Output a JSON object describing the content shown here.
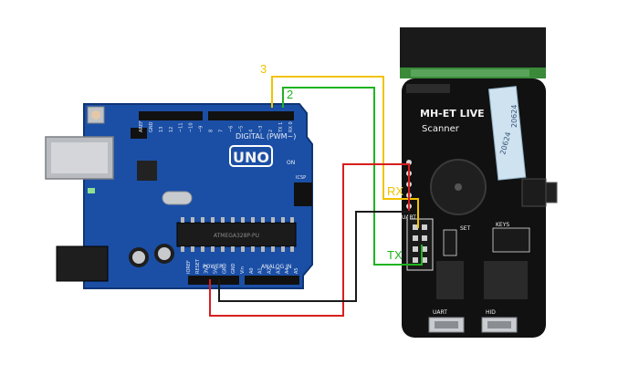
{
  "arduino": {
    "board_label": "UNO",
    "digital_label": "DIGITAL (PWM~)",
    "power_label": "POWER",
    "analog_label": "ANALOG IN",
    "on_label": "ON",
    "icsp_label": "ICSP",
    "chip_label": "ATMEGA328P-PU",
    "pin_labels_top": [
      "AREF",
      "GND",
      "13",
      "12",
      "~11",
      "~10",
      "~9",
      "8",
      "7",
      "~6",
      "~5",
      "4",
      "~3",
      "2",
      "TX 1",
      "RX 0"
    ],
    "pin_labels_bottom": [
      "IOREF",
      "RESET",
      "3V3",
      "5V",
      "GND",
      "GND",
      "Vin",
      "A0",
      "A1",
      "A2",
      "A3",
      "A4",
      "A5"
    ]
  },
  "scanner": {
    "title_line1": "MH-ET LIVE",
    "title_line2": "Scanner",
    "ribbon_code": "20624",
    "uart_label": "UART",
    "set_label": "SET",
    "keys_label": "KEYS",
    "usb1_label": "UART",
    "usb2_label": "HID"
  },
  "wires": {
    "yellow_label": "3",
    "green_label": "2",
    "rx_label": "RX",
    "tx_label": "TX",
    "colors": {
      "yellow": "#f2c200",
      "green": "#1fb31f",
      "red": "#d81e1e",
      "black": "#1a1a1a"
    }
  }
}
